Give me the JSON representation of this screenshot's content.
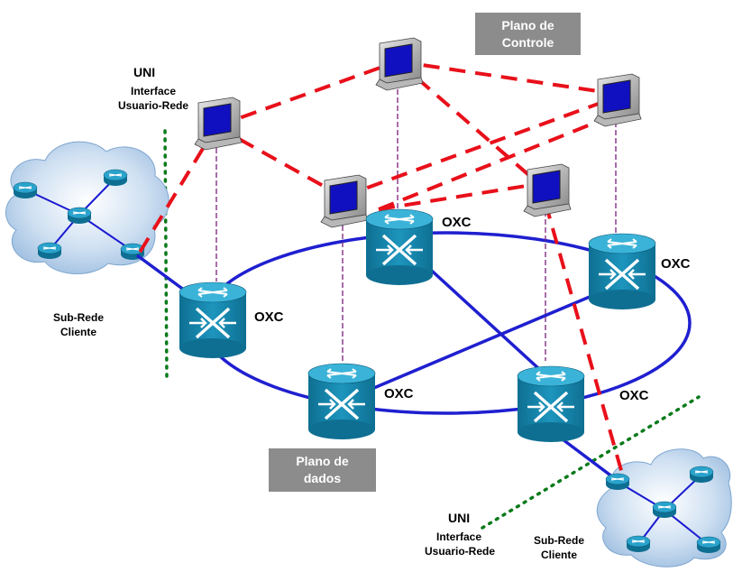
{
  "labels": {
    "control_plane_line1": "Plano de",
    "control_plane_line2": "Controle",
    "data_plane_line1": "Plano de",
    "data_plane_line2": "dados",
    "uni_top": "UNI",
    "uni_top_sub1": "Interface",
    "uni_top_sub2": "Usuario-Rede",
    "uni_bottom": "UNI",
    "uni_bottom_sub1": "Interface",
    "uni_bottom_sub2": "Usuario-Rede",
    "subnet_left_line1": "Sub-Rede",
    "subnet_left_line2": "Cliente",
    "subnet_right_line1": "Sub-Rede",
    "subnet_right_line2": "Cliente",
    "oxc_left": "OXC",
    "oxc_top_mid": "OXC",
    "oxc_right": "OXC",
    "oxc_bottom_left": "OXC",
    "oxc_bottom_right": "OXC"
  },
  "colors": {
    "ring": "#1f1fd0",
    "control_link": "#e8101a",
    "vertical_link": "#7a1f7a",
    "uni_boundary": "#0a7a1a",
    "oxc_body": "#1a8ab0",
    "label_box": "#8c8c8c"
  },
  "icons": [
    "router-icon",
    "optical-cross-connect-icon",
    "computer-icon",
    "cloud-icon"
  ]
}
